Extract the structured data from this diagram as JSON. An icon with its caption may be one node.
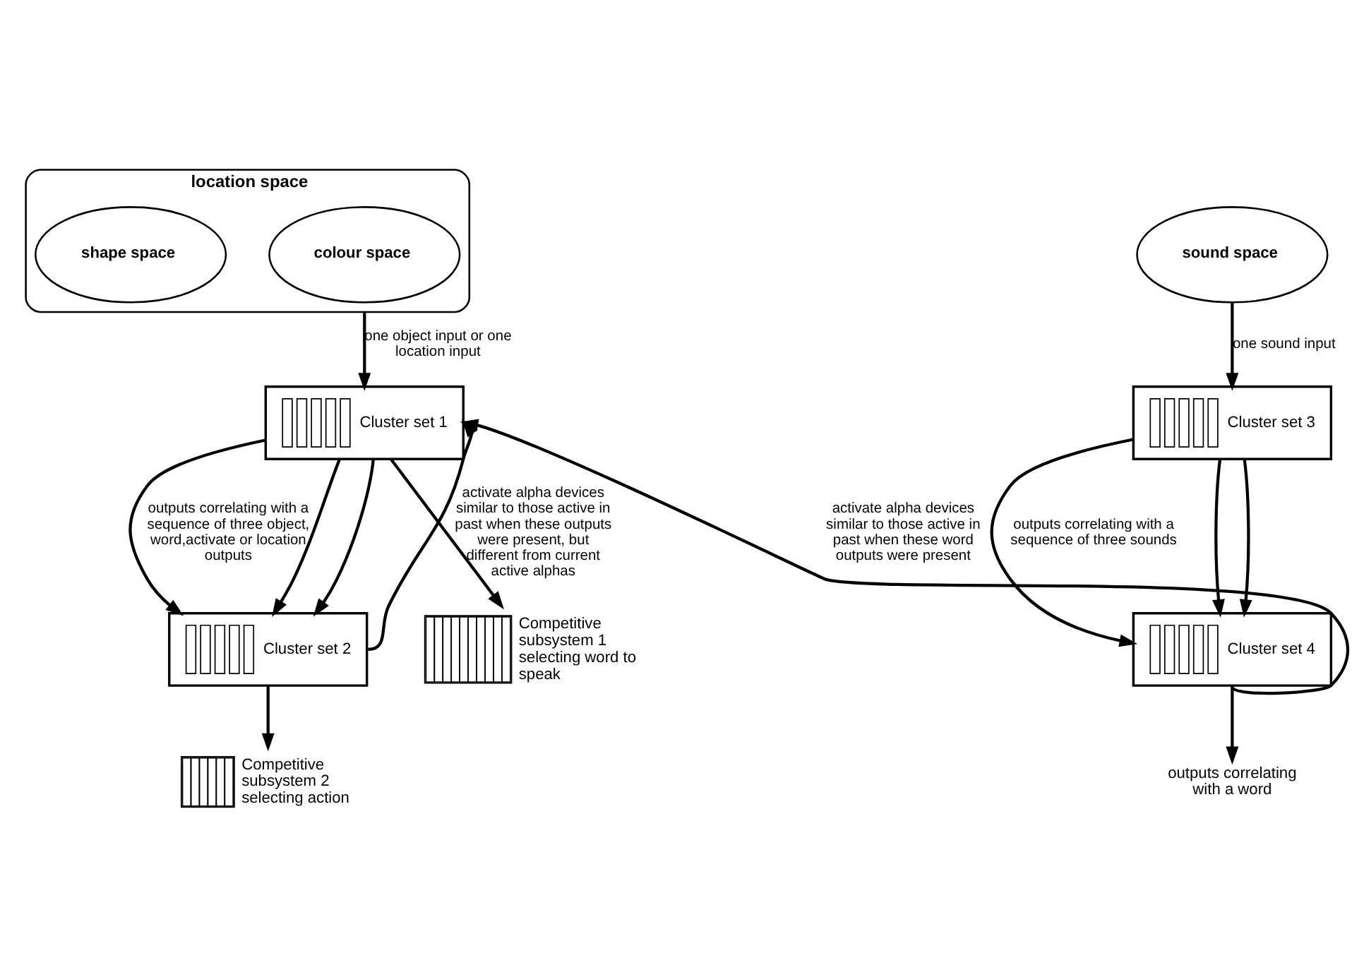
{
  "diagram": {
    "nodes": [
      {
        "text": [
          "location space"
        ]
      },
      {
        "text": [
          "colour space"
        ],
        "in": 0
      },
      {
        "text": [
          "shape space"
        ],
        "in": 0
      },
      {
        "text": [
          "sound space"
        ]
      },
      {
        "text": [
          "Cluster set 1"
        ]
      },
      {
        "text": [
          "Cluster set 2"
        ]
      },
      {
        "text": [
          "Cluster set 3"
        ]
      },
      {
        "text": [
          "Cluster set 4"
        ]
      },
      {
        "text": [],
        "shape": "box",
        "beside": [
          "Competitive subsystem 1 selecting word to speak"
        ]
      },
      {
        "text": [],
        "shape": "box",
        "beside": [
          "Competitive subsystem 2 selecting action"
        ]
      },
      {
        "text": [
          "outputs correlating with a word"
        ]
      }
    ],
    "edges": [
      {
        "from": 0,
        "to": 4,
        "arrow": "to",
        "label": "one object input or one location input"
      },
      {
        "from": 3,
        "to": 6,
        "arrow": "to",
        "label": "one sound input"
      },
      {
        "from": 4,
        "to": 8,
        "arrow": "to"
      },
      {
        "from": 4,
        "to": 5,
        "arrow": "to",
        "label": "outputs correlating with a sequence of three object, word,activate or location outputs"
      },
      {
        "from": 4,
        "to": 5,
        "arrow": "to"
      },
      {
        "from": 4,
        "to": 5,
        "arrow": "to"
      },
      {
        "from": 6,
        "to": 7,
        "arrow": "to",
        "label": "outputs correlating with a sequence of three sounds"
      },
      {
        "from": 6,
        "to": 7,
        "arrow": "to"
      },
      {
        "from": 6,
        "to": 7,
        "arrow": "to"
      },
      {
        "from": 5,
        "to": 9,
        "arrow": "to"
      },
      {
        "from": 5,
        "to": 4,
        "arrow": "to",
        "label": "activate alpha devices similar to those active in past when these outputs were present, but different from current active alphas"
      },
      {
        "from": 7,
        "to": 10,
        "arrow": "to"
      },
      {
        "from": 7,
        "to": 4,
        "arrow": "to",
        "label": "activate alpha devices similar to those active in past when these word outputs were present"
      }
    ]
  }
}
